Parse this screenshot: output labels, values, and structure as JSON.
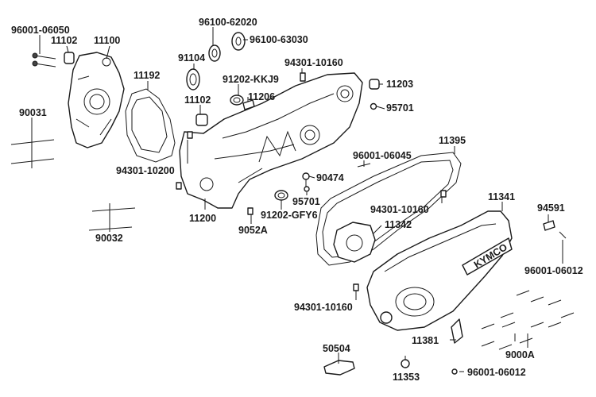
{
  "labels": {
    "p96001_06050": "96001-06050",
    "p11102_a": "11102",
    "p11100": "11100",
    "p96100_62020": "96100-62020",
    "p96100_63030": "96100-63030",
    "p91104": "91104",
    "p11192": "11192",
    "p94301_10160_a": "94301-10160",
    "p91202_kkj9": "91202-KKJ9",
    "p11203": "11203",
    "p11102_b": "11102",
    "p11206": "11206",
    "p95701_a": "95701",
    "p90031": "90031",
    "p96001_06045": "96001-06045",
    "p11395": "11395",
    "p94301_10200": "94301-10200",
    "p90474": "90474",
    "p95701_b": "95701",
    "p11341": "11341",
    "p94301_10160_b": "94301-10160",
    "p91202_gfy6": "91202-GFY6",
    "p94591": "94591",
    "p11342": "11342",
    "p11200": "11200",
    "p9052a": "9052A",
    "p90032": "90032",
    "p96001_06012_a": "96001-06012",
    "p94301_10160_c": "94301-10160",
    "p11381": "11381",
    "p9000a": "9000A",
    "p50504": "50504",
    "p11353": "11353",
    "p96001_06012_b": "96001-06012"
  },
  "logo_text": "KYMCO"
}
